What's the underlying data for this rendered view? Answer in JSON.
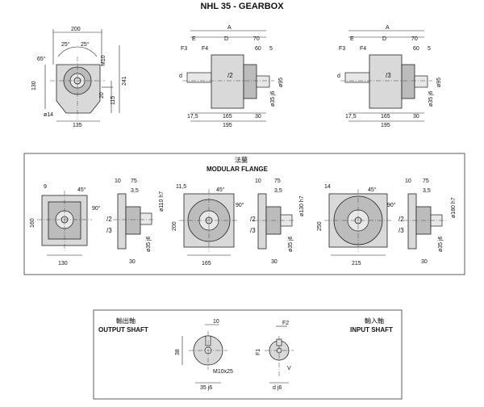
{
  "title": "NHL 35 - GEARBOX",
  "top": {
    "front": {
      "dims": [
        "200",
        "25°",
        "25°",
        "65°",
        "M10",
        "130",
        "241",
        "20",
        "115",
        "ø14",
        "135"
      ]
    },
    "side1": {
      "dims": [
        "A",
        "E",
        "D",
        "70",
        "F3",
        "F4",
        "60",
        "5",
        "d",
        "/2",
        "ø95",
        "ø35 j6",
        "17,5",
        "165",
        "30",
        "195"
      ]
    },
    "side2": {
      "dims": [
        "A",
        "E",
        "D",
        "70",
        "F3",
        "F4",
        "60",
        "5",
        "d",
        "/3",
        "ø95",
        "ø35 j6",
        "17,5",
        "165",
        "30",
        "195"
      ]
    }
  },
  "flange": {
    "heading_cn": "法蘭",
    "heading_en": "MODULAR FLANGE",
    "v1": {
      "dims": [
        "9",
        "45°",
        "160",
        "130",
        "10",
        "75",
        "3,5",
        "90°",
        "/2",
        "/3",
        "ø110 h7",
        "ø35 j6",
        "30"
      ]
    },
    "v2": {
      "dims": [
        "11,5",
        "45°",
        "200",
        "165",
        "10",
        "75",
        "3,5",
        "90°",
        "/2",
        "/3",
        "ø130 h7",
        "ø35 j6",
        "30"
      ]
    },
    "v3": {
      "dims": [
        "14",
        "45°",
        "250",
        "215",
        "10",
        "75",
        "3,5",
        "90°",
        "/2",
        "/3",
        "ø180 h7",
        "ø35 j6",
        "30"
      ]
    }
  },
  "shafts": {
    "output_cn": "輸出軸",
    "output_en": "OUTPUT SHAFT",
    "input_cn": "輸入軸",
    "input_en": "INPUT SHAFT",
    "output_dims": [
      "10",
      "38",
      "M10x25",
      "35 j6"
    ],
    "input_dims": [
      "F2",
      "F1",
      "V",
      "d j6"
    ]
  }
}
